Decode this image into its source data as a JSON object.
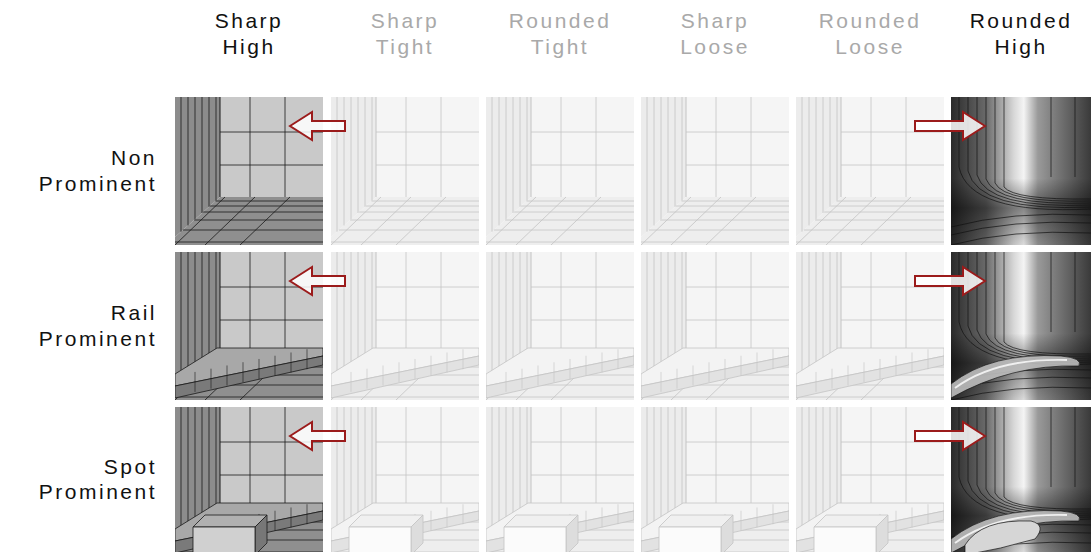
{
  "diagram": {
    "labels": [
      "Sharp High",
      "Sharp Tight",
      "Rounded Tight",
      "Sharp Loose",
      "Rounded Loose",
      "Rounded High",
      "Non Prominent",
      "Rail Prominent",
      "Spot Prominent"
    ]
  }
}
